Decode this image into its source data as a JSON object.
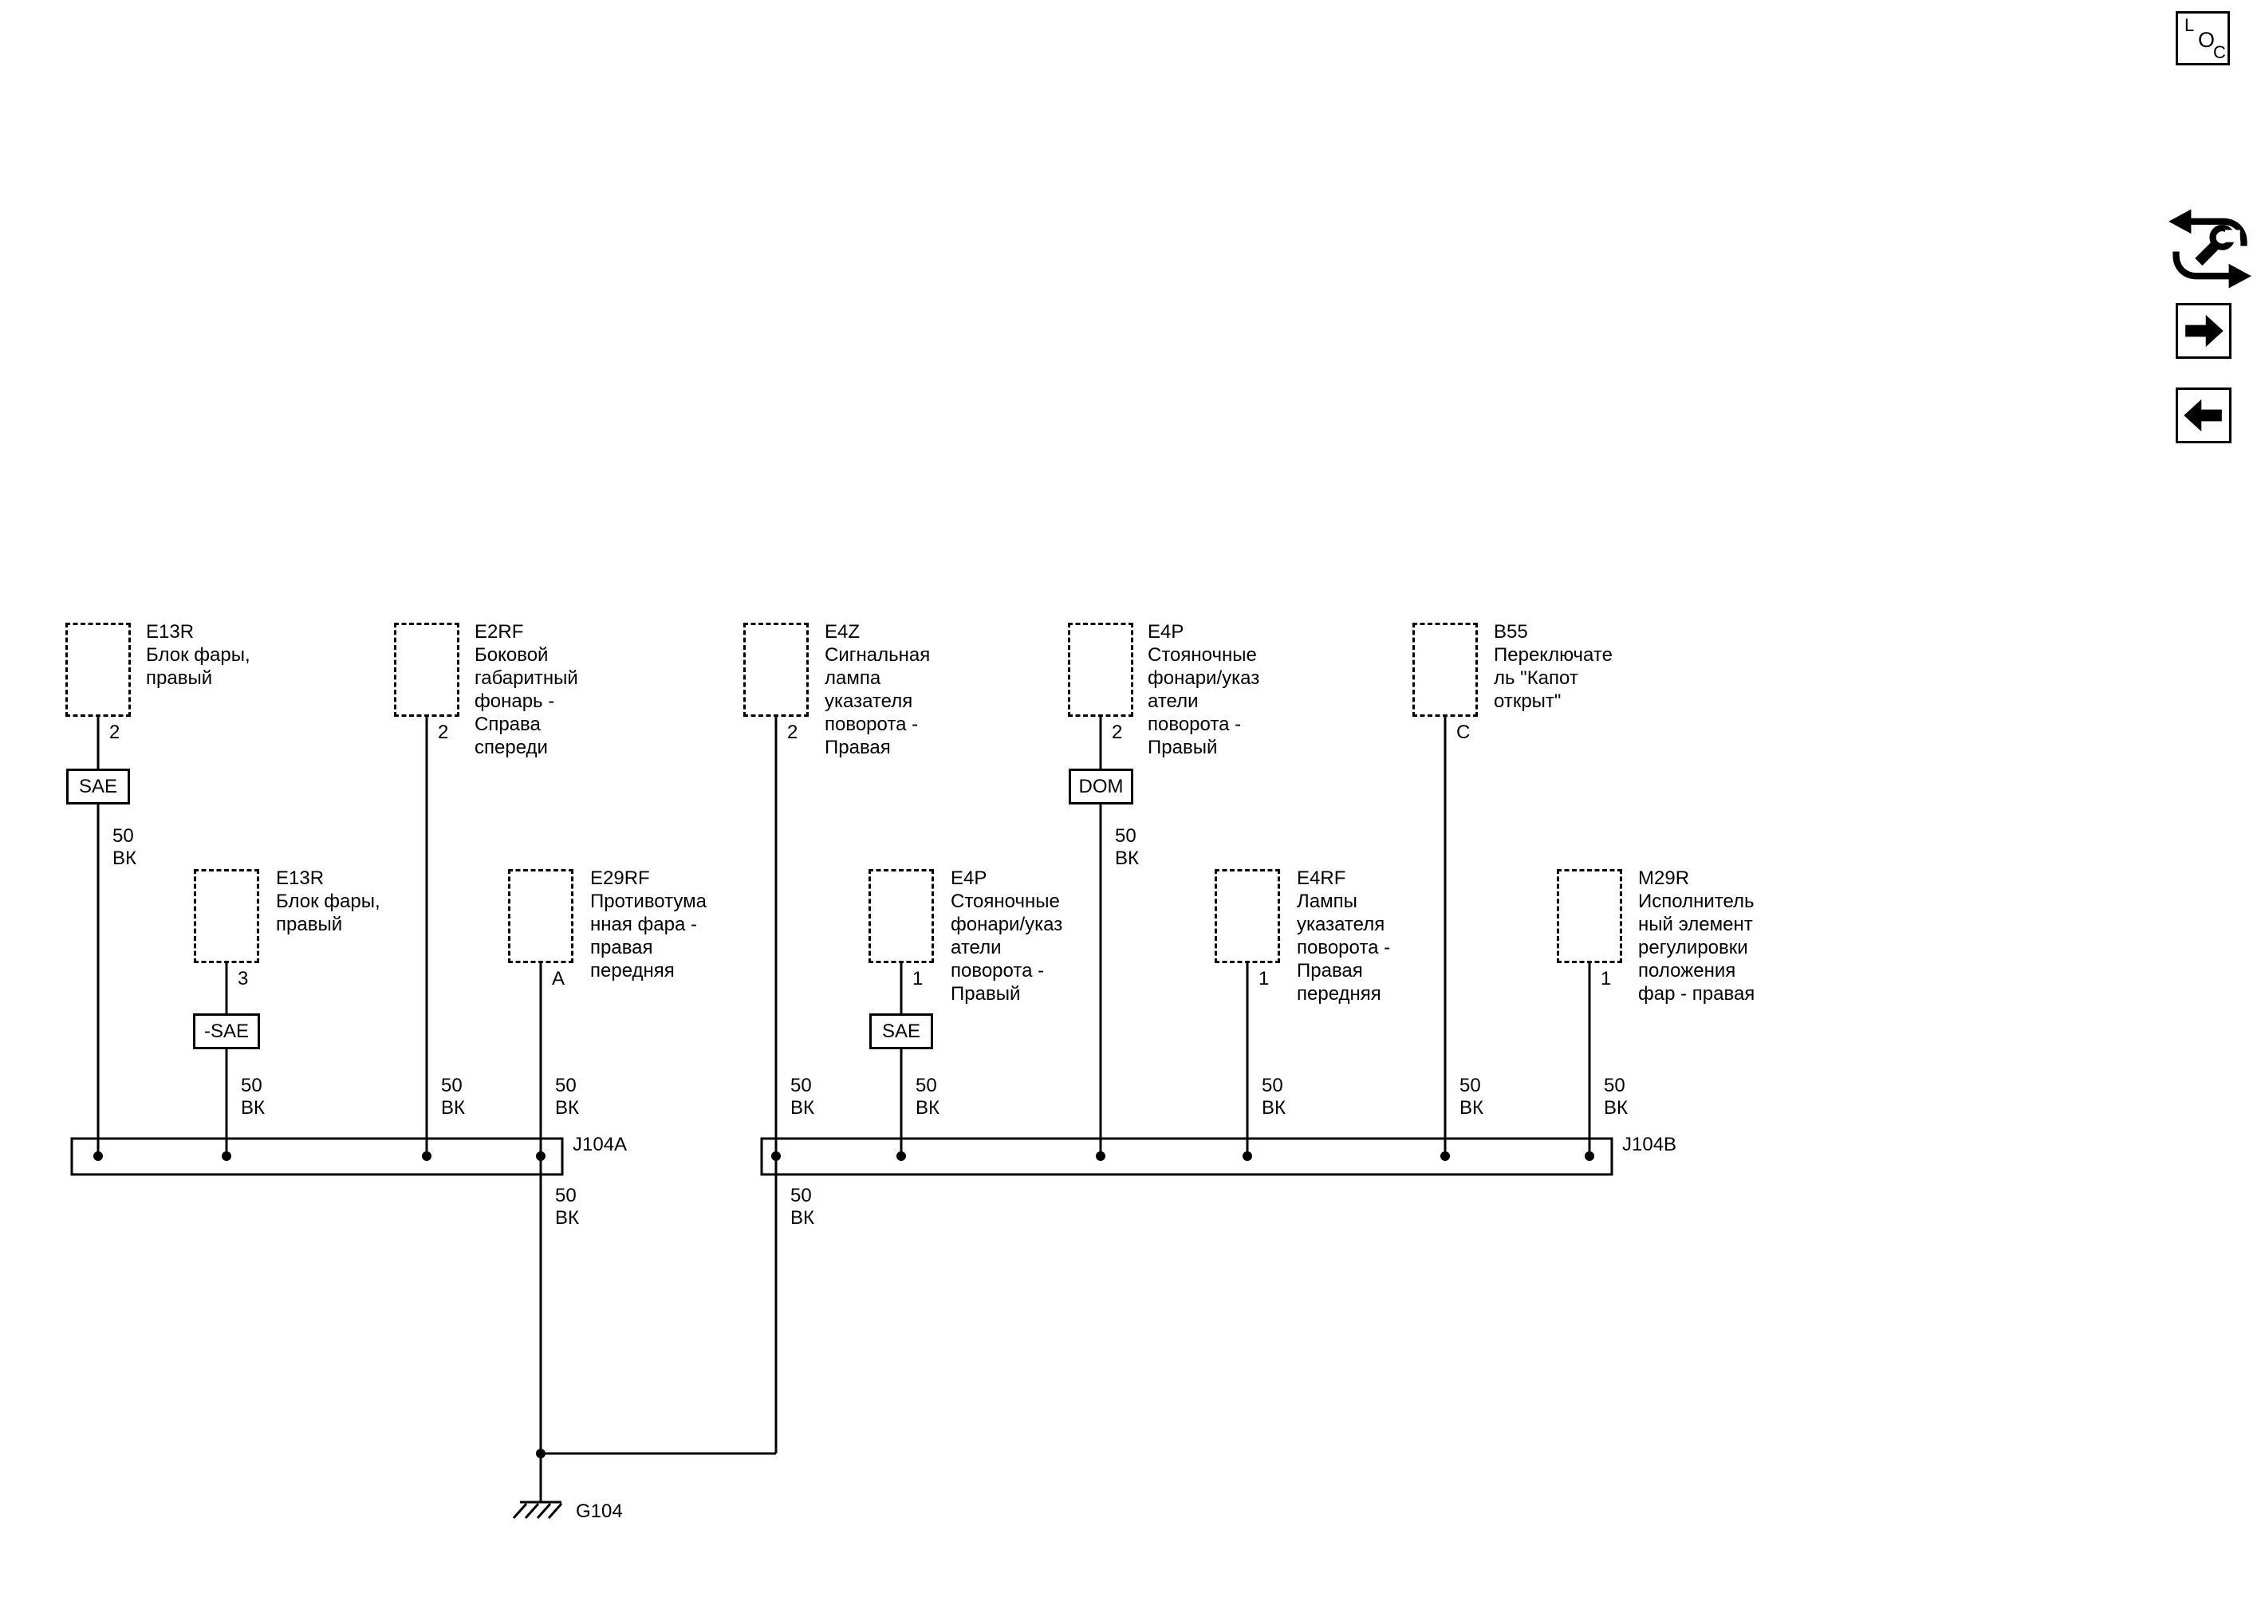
{
  "page": {
    "background": "#ffffff",
    "line_color": "#000000"
  },
  "nav": {
    "loc_badge": {
      "l": "L",
      "o": "O",
      "c": "C"
    }
  },
  "wire": {
    "gauge": "50",
    "color": "ВК"
  },
  "components": [
    {
      "id": "E13R",
      "desc": "Блок фары,\nправый",
      "pin": "2"
    },
    {
      "id": "E2RF",
      "desc": "Боковой\nгабаритный\nфонарь -\nСправа\nспереди",
      "pin": "2"
    },
    {
      "id": "E4Z",
      "desc": "Сигнальная\nлампа\nуказателя\nповорота -\nПравая",
      "pin": "2"
    },
    {
      "id": "E4P",
      "desc": "Стояночные\nфонари/указ\nатели\nповорота -\nПравый",
      "pin": "2"
    },
    {
      "id": "B55",
      "desc": "Переключате\nль \"Капот\nоткрыт\"",
      "pin": "C"
    },
    {
      "id": "E13R",
      "desc": "Блок фары,\nправый",
      "pin": "3"
    },
    {
      "id": "E29RF",
      "desc": "Противотума\nнная фара -\nправая\nпередняя",
      "pin": "A"
    },
    {
      "id": "E4P",
      "desc": "Стояночные\nфонари/указ\nатели\nповорота -\nПравый",
      "pin": "1"
    },
    {
      "id": "E4RF",
      "desc": "Лампы\nуказателя\nповорота -\nПравая\nпередняя",
      "pin": "1"
    },
    {
      "id": "M29R",
      "desc": "Исполнитель\nный элемент\nрегулировки\nположения\nфар - правая",
      "pin": "1"
    }
  ],
  "connectors": [
    {
      "label": "SAE"
    },
    {
      "label": "DOM"
    },
    {
      "label": "-SAE"
    },
    {
      "label": "SAE"
    }
  ],
  "buses": [
    {
      "label": "J104A"
    },
    {
      "label": "J104B"
    }
  ],
  "ground": {
    "label": "G104"
  }
}
